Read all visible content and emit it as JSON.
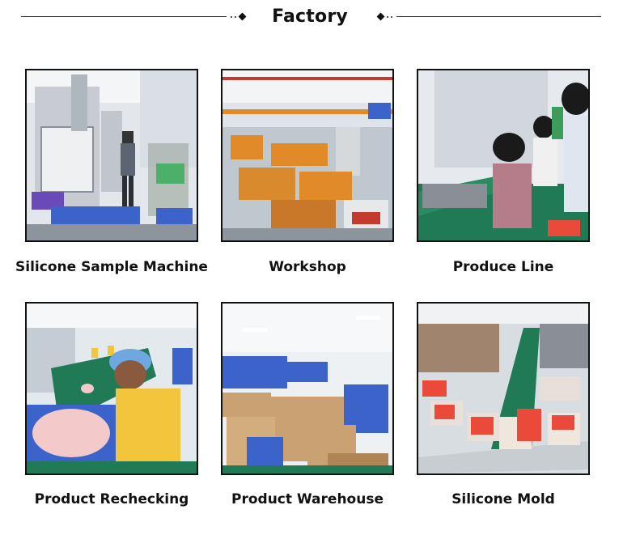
{
  "page": {
    "title": "Factory"
  },
  "items": [
    {
      "label": "Silicone Sample Machine",
      "icon": "silicone-sample-machine-photo"
    },
    {
      "label": "Workshop",
      "icon": "workshop-photo"
    },
    {
      "label": "Produce Line",
      "icon": "produce-line-photo"
    },
    {
      "label": "Product Rechecking",
      "icon": "product-rechecking-photo"
    },
    {
      "label": "Product Warehouse",
      "icon": "product-warehouse-photo"
    },
    {
      "label": "Silicone Mold",
      "icon": "silicone-mold-photo"
    }
  ],
  "colors": {
    "text": "#111111",
    "line": "#333333",
    "crate_blue": "#3b63c9",
    "machine_orange": "#e08a2a",
    "conveyor_green": "#1f7a55",
    "box_cardboard": "#c9a173"
  }
}
